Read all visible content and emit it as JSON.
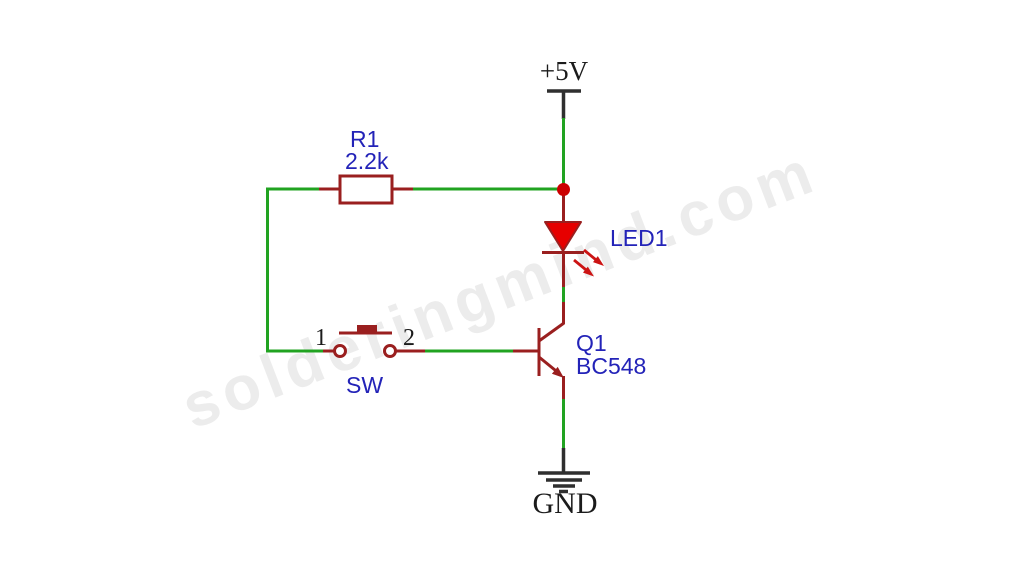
{
  "colors": {
    "wire-green": "#21a321",
    "component-red": "#9a1f1f",
    "bright-red": "#e60000",
    "junction-red": "#cc0000",
    "arrow-red": "#cc1414",
    "label-blue": "#2323b8",
    "text-black": "#1b1b1b",
    "wire-black": "#2f2f2f",
    "watermark-gray": "#ececec",
    "canvas-bg": "#ffffff"
  },
  "power": {
    "label": "+5V"
  },
  "ground": {
    "label": "GND"
  },
  "resistor": {
    "ref": "R1",
    "value": "2.2k"
  },
  "led": {
    "ref": "LED1"
  },
  "transistor": {
    "ref": "Q1",
    "part": "BC548"
  },
  "push_switch": {
    "ref": "SW",
    "pin1_label": "1",
    "pin2_label": "2"
  },
  "watermark": {
    "text": "solderingmind.com"
  }
}
